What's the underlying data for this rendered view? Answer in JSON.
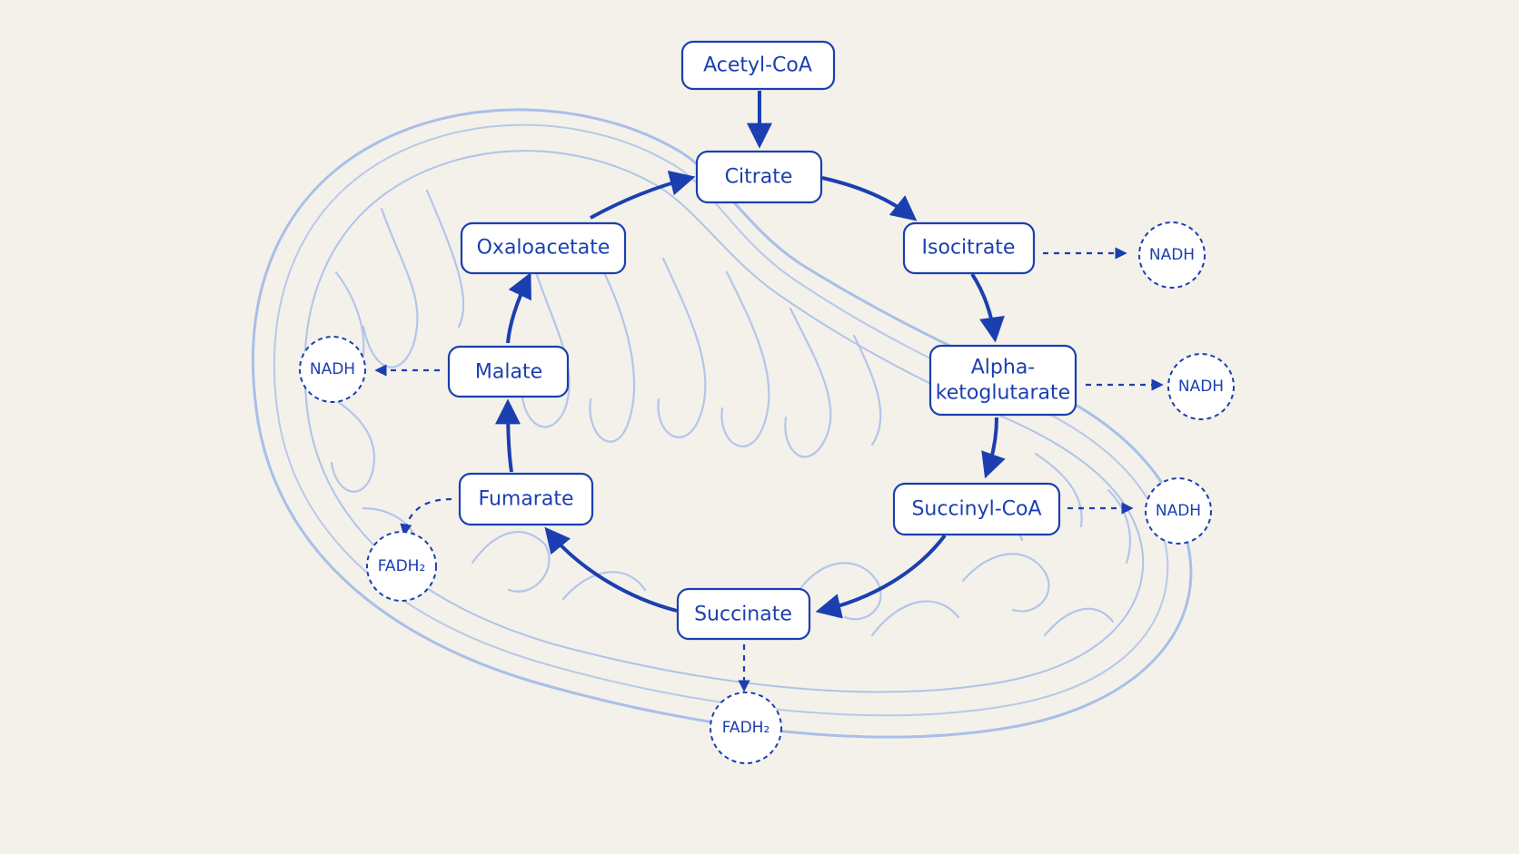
{
  "colors": {
    "background": "#f3f1ea",
    "ink": "#1b3fb0",
    "sketch": "#a9bfe8",
    "box_fill": "#ffffff"
  },
  "nodes": {
    "acetyl_coa": "Acetyl-CoA",
    "citrate": "Citrate",
    "isocitrate": "Isocitrate",
    "alpha_ketoglutarate_line1": "Alpha-",
    "alpha_ketoglutarate_line2": "ketoglutarate",
    "succinyl_coa": "Succinyl-CoA",
    "succinate": "Succinate",
    "fumarate": "Fumarate",
    "malate": "Malate",
    "oxaloacetate": "Oxaloacetate"
  },
  "carriers": {
    "isocitrate": "NADH",
    "alpha_ketoglutarate": "NADH",
    "succinyl_coa": "NADH",
    "succinate": "FADH₂",
    "fumarate": "FADH₂",
    "malate": "NADH"
  },
  "illustration": "mitochondrion-sketch"
}
